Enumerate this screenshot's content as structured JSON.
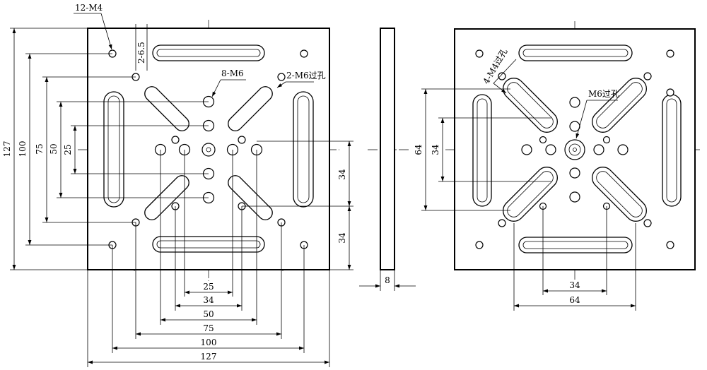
{
  "colors": {
    "line": "#000000",
    "background": "#ffffff"
  },
  "left_view": {
    "callouts": {
      "m4": "12-M4",
      "m6": "8-M6",
      "m6_through": "2-M6过孔",
      "slot_width": "2-6.5"
    },
    "vertical_dims": {
      "d127": "127",
      "d100": "100",
      "d75": "75",
      "d50": "50",
      "d25": "25",
      "d34_upper": "34",
      "d34_lower": "34"
    },
    "horizontal_dims": {
      "d25": "25",
      "d34": "34",
      "d50": "50",
      "d75": "75",
      "d100": "100",
      "d127": "127"
    }
  },
  "side_view": {
    "thickness": "8"
  },
  "right_view": {
    "callouts": {
      "m4_through": "4-M4过孔",
      "m6_through": "M6过孔"
    },
    "vertical_dims": {
      "d64": "64",
      "d34": "34"
    },
    "horizontal_dims": {
      "d34": "34",
      "d64": "64"
    }
  }
}
